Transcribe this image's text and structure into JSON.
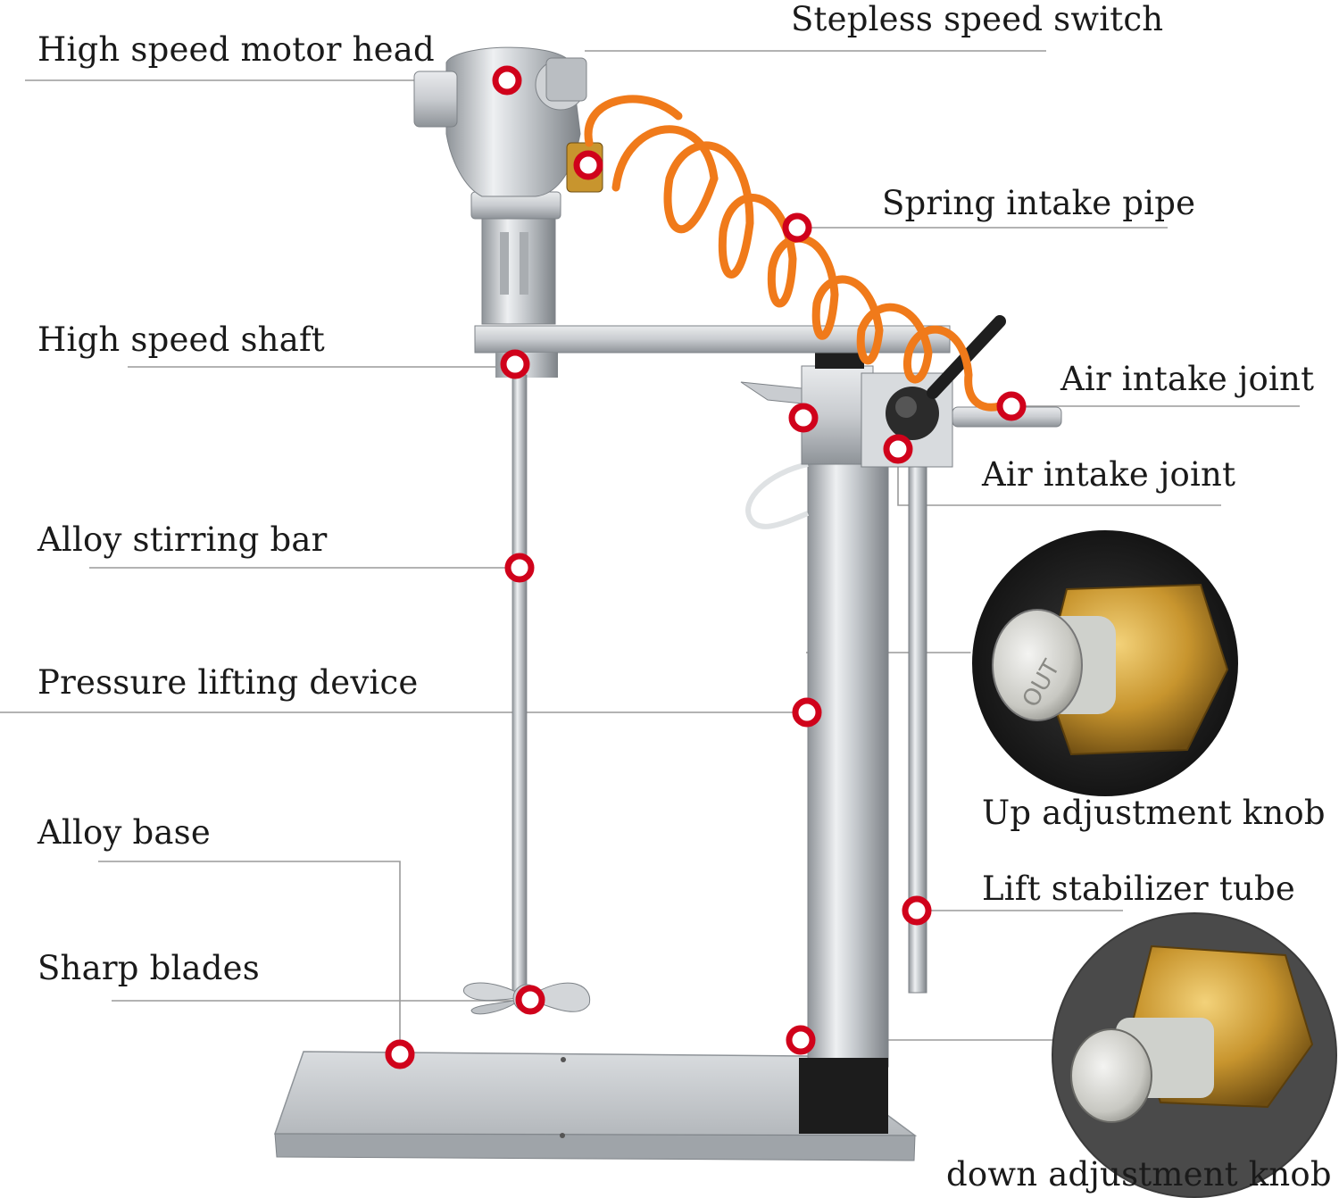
{
  "labels": {
    "motor_head": "High speed motor head",
    "speed_switch": "Stepless speed switch",
    "spring_pipe": "Spring intake pipe",
    "shaft": "High speed shaft",
    "air_joint_1": "Air intake joint",
    "air_joint_2": "Air intake joint",
    "stirring_bar": "Alloy stirring bar",
    "lifting_device": "Pressure lifting device",
    "up_knob": "Up adjustment knob",
    "alloy_base": "Alloy base",
    "stabilizer_tube": "Lift stabilizer tube",
    "sharp_blades": "Sharp blades",
    "down_knob": "down adjustment knob"
  },
  "knob_engraving": "OUT",
  "colors": {
    "marker_ring": "#d0021b",
    "hose": "#f07a1a",
    "leader_line": "#9a9a9a",
    "steel": "#c9ccd0",
    "brass": "#c8952e",
    "text": "#1a1a1a"
  }
}
